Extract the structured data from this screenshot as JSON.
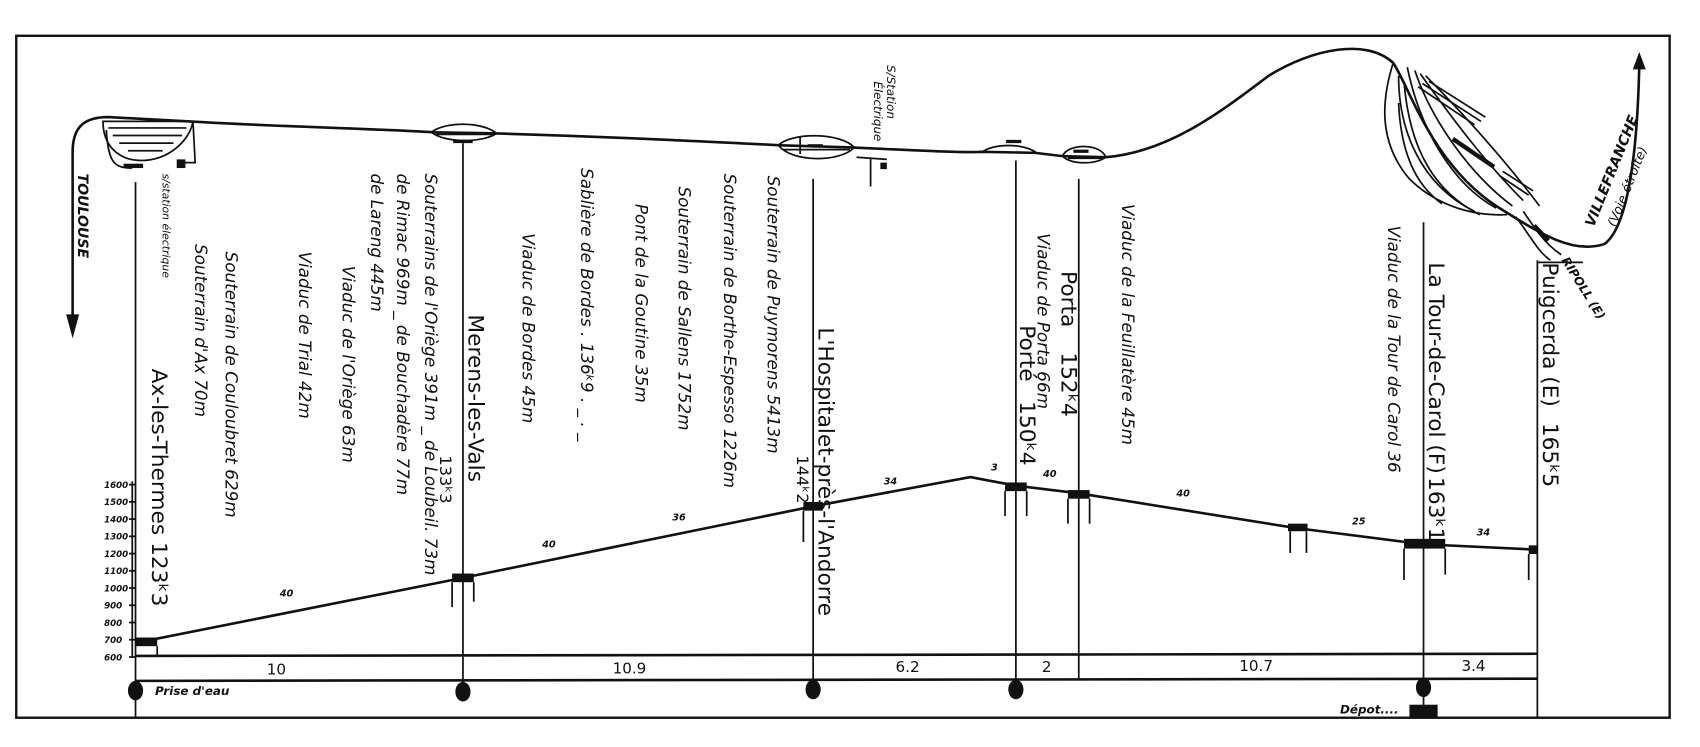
{
  "directions": {
    "toulouse": "TOULOUSE",
    "villefranche": "VILLEFRANCHE",
    "villefranche_note": "(Voie étroite)",
    "ripoll": "RIPOLL (E)"
  },
  "substations": {
    "ax": "s/station électrique",
    "hospitalet_1": "S/Station",
    "hospitalet_2": "Électrique"
  },
  "stations": [
    {
      "name": "Ax-les-Thermes",
      "km": "123ᵏ3"
    },
    {
      "name": "Merens-les-Vals",
      "km": "133ᵏ3"
    },
    {
      "name": "L'Hospitalet-près-l'Andorre",
      "km": "144ᵏ2"
    },
    {
      "name": "Porté",
      "km": "150ᵏ4"
    },
    {
      "name": "Porta",
      "km": "152ᵏ4"
    },
    {
      "name": "La Tour-de-Carol (F)",
      "km": "163ᵏ1"
    },
    {
      "name": "Puigcerda (E)",
      "km": "165ᵏ5"
    }
  ],
  "structures": [
    "Souterrain de Couloubret 629m",
    "Souterrain d'Ax 70m",
    "Souterrains de l'Oriège 391m _ de Loubeil. 73m",
    "de Rimac 969m _ de Bouchadère 77m",
    "de Lareng 445m",
    "Viaduc de l'Oriège 63m",
    "Viaduc de Trial 42m",
    "Viaduc de Bordes 45m",
    "Sablière de Bordes . 136ᵏ9 . _ . _",
    "Pont de la Goutine 35m",
    "Souterrain de Sallens 1752m",
    "Souterrain de Borthe-Espesso 1226m",
    "Souterrain de Puymorens 5413m",
    "Viaduc de Porta 66m",
    "Viaduc de la Feuillatère 45m",
    "Viaduc de la Tour de Carol 36"
  ],
  "elevation_axis": [
    "1600",
    "1500",
    "1400",
    "1300",
    "1200",
    "1100",
    "1000",
    "900",
    "800",
    "700",
    "600"
  ],
  "gradients": [
    "40",
    "40",
    "36",
    "34",
    "3",
    "40",
    "40",
    "25",
    "34"
  ],
  "distances": [
    "10",
    "10.9",
    "6.2",
    "2",
    "10.7",
    "3.4"
  ],
  "bottom_labels": {
    "prise": "Prise d'eau",
    "depot": "Dépot...."
  }
}
